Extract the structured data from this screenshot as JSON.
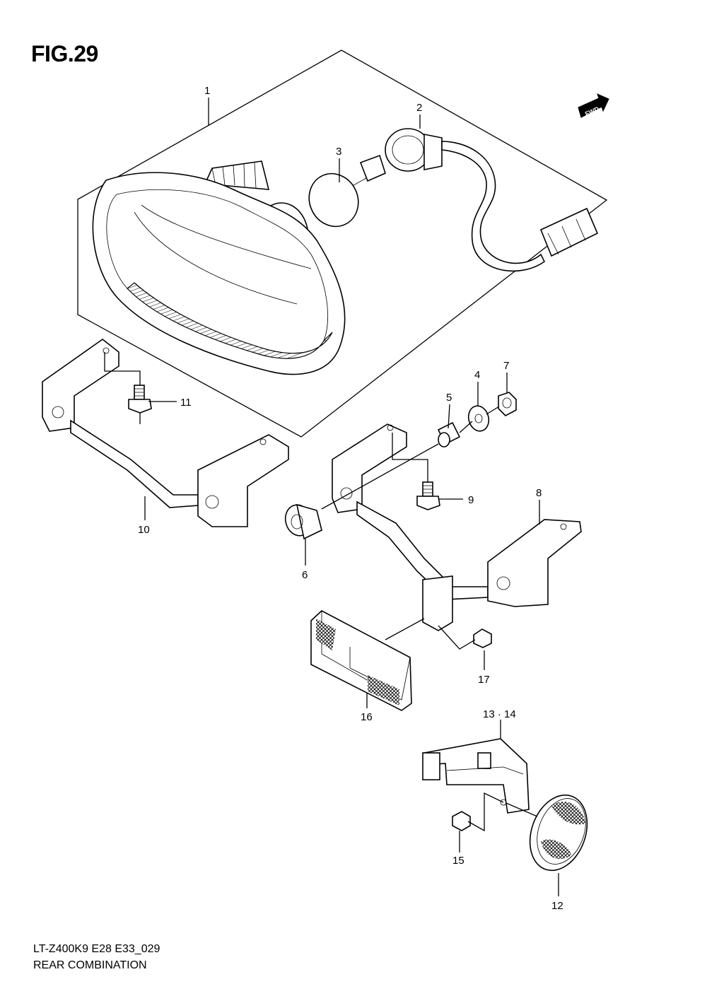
{
  "figure": {
    "title": "FIG.29"
  },
  "direction_badge": {
    "text": "FWD",
    "icon": "fwd-arrow-icon"
  },
  "callouts": {
    "c1": "1",
    "c2": "2",
    "c3": "3",
    "c4": "4",
    "c5": "5",
    "c6": "6",
    "c7": "7",
    "c8": "8",
    "c9": "9",
    "c10": "10",
    "c11": "11",
    "c12": "12",
    "c13_14": "13 · 14",
    "c15": "15",
    "c16": "16",
    "c17": "17"
  },
  "parts": [
    {
      "ref": "1",
      "name": "rear-combination-lamp-assembly"
    },
    {
      "ref": "2",
      "name": "bulb-socket-harness"
    },
    {
      "ref": "3",
      "name": "bulb"
    },
    {
      "ref": "4",
      "name": "washer"
    },
    {
      "ref": "5",
      "name": "spacer"
    },
    {
      "ref": "6",
      "name": "grommet"
    },
    {
      "ref": "7",
      "name": "nut"
    },
    {
      "ref": "8",
      "name": "bracket-right"
    },
    {
      "ref": "9",
      "name": "bolt"
    },
    {
      "ref": "10",
      "name": "bracket-left"
    },
    {
      "ref": "11",
      "name": "bolt"
    },
    {
      "ref": "12",
      "name": "round-reflector"
    },
    {
      "ref": "13 · 14",
      "name": "reflector-bracket"
    },
    {
      "ref": "15",
      "name": "nut"
    },
    {
      "ref": "16",
      "name": "rectangular-reflector"
    },
    {
      "ref": "17",
      "name": "nut"
    }
  ],
  "footer": {
    "code": "LT-Z400K9  E28  E33_029",
    "name": "REAR COMBINATION"
  }
}
